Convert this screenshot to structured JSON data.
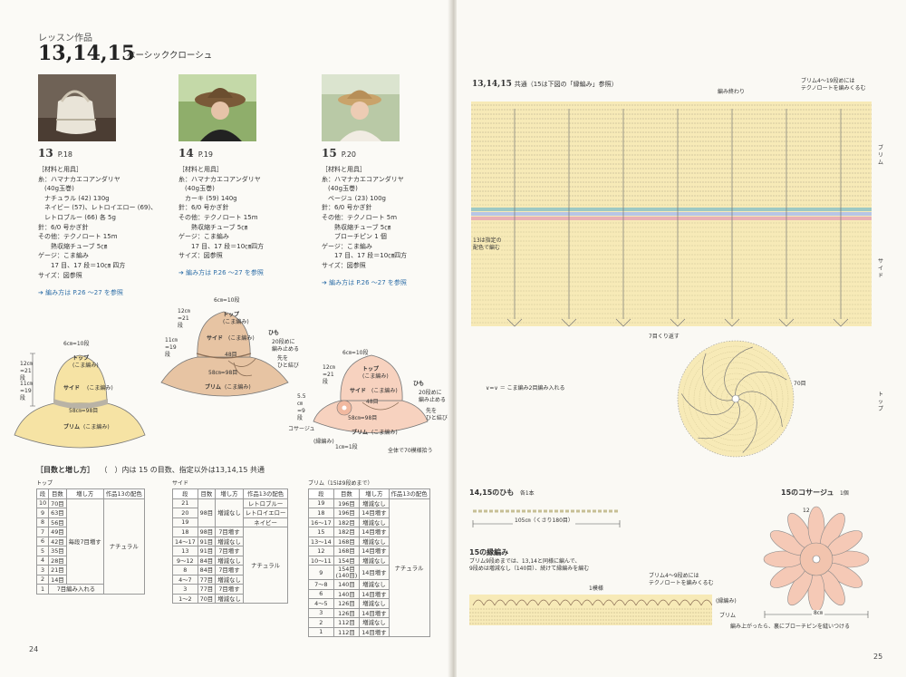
{
  "left": {
    "kicker": "レッスン作品",
    "title": "13,14,15",
    "subtitle": "ベーシッククローシュ",
    "works": [
      {
        "num": "13",
        "ref": "P.18",
        "mat_heading": "［材料と用具］",
        "materials": [
          "糸：ハマナカエコアンダリヤ",
          "　(40g玉巻)",
          "　ナチュラル (42) 130g",
          "　ネイビー (57)、レトロイエロー (69)、",
          "　レトロブルー (66) 各 5g",
          "針：6/0 号かぎ針",
          "その他：テクノロート 15m",
          "　　熱収縮チューブ 5㎝",
          "ゲージ：こま編み",
          "　　17 目、17 段＝10㎝ 四方",
          "サイズ：図参照"
        ],
        "link": "➔ 編み方は P.26 ～27 を参照"
      },
      {
        "num": "14",
        "ref": "P.19",
        "mat_heading": "［材料と用具］",
        "materials": [
          "糸：ハマナカエコアンダリヤ",
          "　(40g玉巻)",
          "　カーキ (59) 140g",
          "針：6/0 号かぎ針",
          "その他：テクノロート 15m",
          "　　熱収縮チューブ 5㎝",
          "ゲージ：こま編み",
          "　　17 目、17 段＝10㎝四方",
          "サイズ：図参照"
        ],
        "link": "➔ 編み方は P.26 ～27 を参照"
      },
      {
        "num": "15",
        "ref": "P.20",
        "mat_heading": "［材料と用具］",
        "materials": [
          "糸：ハマナカエコアンダリヤ",
          "　(40g玉巻)",
          "　ベージュ (23) 100g",
          "針：6/0 号かぎ針",
          "その他：テクノロート 5m",
          "　　熱収縮チューブ 5㎝",
          "　　ブローチピン 1 個",
          "ゲージ：こま編み",
          "　　17 目、17 段＝10㎝四方",
          "サイズ：図参照"
        ],
        "link": "➔ 編み方は P.26 ～27 を参照"
      }
    ],
    "hat13": {
      "top_cm": "6㎝=10段",
      "top": "トップ",
      "top_sub": "(こま編み)",
      "side_cm_l": "12㎝=21段",
      "side": "サイド",
      "side_sub": "(こま編み)",
      "brim_cm_l": "11㎝=19段",
      "brim": "ブリム",
      "brim_sub": "(こま編み)",
      "band": "58㎝=98目"
    },
    "hat14": {
      "top_cm": "6㎝=10段",
      "top": "トップ",
      "top_sub": "(こま編み)",
      "side_cm_l": "12㎝=21段",
      "side": "サイド",
      "side_sub": "(こま編み)",
      "eye": "48目",
      "brim_cm_l": "11㎝=19段",
      "brim": "ブリム",
      "brim_sub": "(こま編み)",
      "band": "58㎝=98目",
      "cord": "ひも",
      "cord_n1": "20段めに",
      "cord_n2": "編み止める",
      "cord_n3": "先を",
      "cord_n4": "ひと結び"
    },
    "hat15": {
      "top_cm": "6㎝=10段",
      "top": "トップ",
      "top_sub": "(こま編み)",
      "side_cm_l": "12㎝=21段",
      "side": "サイド",
      "side_sub": "(こま編み)",
      "eye": "48目",
      "brim_cm_l": "5.5㎝=9段",
      "brim": "ブリム",
      "brim_sub": "(こま編み)",
      "band": "58㎝=98目",
      "cord": "ひも",
      "cord_n1": "20段めに",
      "cord_n2": "編み止める",
      "cord_n3": "先を",
      "cord_n4": "ひと結び",
      "corsage": "コサージュ",
      "edge": "(縁編み)",
      "edge_row": "1㎝=1段",
      "total": "全体で70模様拾う"
    },
    "count_heading": "［目数と増し方］",
    "count_note": "（　）内は 15 の目数、指定以外は13,14,15 共通",
    "top_label": "トップ",
    "top_headers": [
      "段",
      "目数",
      "増し方",
      "作品13の配色"
    ],
    "top_rows": [
      [
        "10",
        "70目"
      ],
      [
        "9",
        "63目"
      ],
      [
        "8",
        "56目"
      ],
      [
        "7",
        "49目"
      ],
      [
        "6",
        "42目"
      ],
      [
        "5",
        "35目"
      ],
      [
        "4",
        "28目"
      ],
      [
        "3",
        "21目"
      ],
      [
        "2",
        "14目"
      ],
      [
        "1",
        "7目編み入れる"
      ]
    ],
    "top_inc": "毎段7目増す",
    "top_color": "ナチュラル",
    "side_label": "サイド",
    "side_headers": [
      "段",
      "目数",
      "増し方",
      "作品13の配色"
    ],
    "side_rows": [
      [
        "21",
        "",
        ""
      ],
      [
        "20",
        "98目",
        "増減なし"
      ],
      [
        "19",
        "",
        ""
      ],
      [
        "18",
        "98目",
        "7目増す"
      ],
      [
        "14～17",
        "91目",
        "増減なし"
      ],
      [
        "13",
        "91目",
        "7目増す"
      ],
      [
        "9～12",
        "84目",
        "増減なし"
      ],
      [
        "8",
        "84目",
        "7目増す"
      ],
      [
        "4～7",
        "77目",
        "増減なし"
      ],
      [
        "3",
        "77目",
        "7目増す"
      ],
      [
        "1～2",
        "70目",
        "増減なし"
      ]
    ],
    "side_colors": [
      "レトロブルー",
      "レトロイエロー",
      "ネイビー",
      "ナチュラル"
    ],
    "brim_label": "ブリム（15は9段めまで）",
    "brim_headers": [
      "段",
      "目数",
      "増し方",
      "作品13の配色"
    ],
    "brim_rows": [
      [
        "19",
        "196目",
        "増減なし"
      ],
      [
        "18",
        "196目",
        "14目増す"
      ],
      [
        "16～17",
        "182目",
        "増減なし"
      ],
      [
        "15",
        "182目",
        "14目増す"
      ],
      [
        "13～14",
        "168目",
        "増減なし"
      ],
      [
        "12",
        "168目",
        "14目増す"
      ],
      [
        "10～11",
        "154目",
        "増減なし"
      ],
      [
        "9",
        "154目\n(140目)",
        "14目増す"
      ],
      [
        "7～8",
        "140目",
        "増減なし"
      ],
      [
        "6",
        "140目",
        "14目増す"
      ],
      [
        "4～5",
        "126目",
        "増減なし"
      ],
      [
        "3",
        "126目",
        "14目増す"
      ],
      [
        "2",
        "112目",
        "増減なし"
      ],
      [
        "1",
        "112目",
        "14目増す"
      ]
    ],
    "brim_color": "ナチュラル",
    "page_no": "24"
  },
  "right": {
    "heading": "13,14,15",
    "heading_note": "共通（15は下図の「縁編み」参照）",
    "stop": "編み終わり",
    "brim_note1": "ブリム4～19段めには",
    "brim_note2": "テクノロートを編みくるむ",
    "band_brim": "ブリム",
    "band_side": "サイド",
    "band_top": "トップ",
    "color_note1": "13は指定の",
    "color_note2": "配色で編む",
    "repeat": "7目くり返す",
    "inc_legend": "＝ こま編み2目編み入れる",
    "seventy": "70目",
    "cord_title": "14,15のひも",
    "cord_each": "各1本",
    "cord_len": "105㎝（くさり180目）",
    "edge_title": "15の縁編み",
    "edge_desc1": "ブリム9段めまでは、13,14と同様に編んで、",
    "edge_desc2": "9段めは増減なし（140目）、続けて縁編みを編む",
    "edge_pattern": "1模様",
    "edge_note1": "ブリム4～9段めには",
    "edge_note2": "テクノロートを編みくるむ",
    "edge_label": "(縁編み)",
    "edge_brim": "ブリム",
    "cors_title": "15のコサージュ",
    "cors_count": "1個",
    "cors_12": "12",
    "cors_w": "8㎝",
    "cors_note": "編み上がったら、裏にブローチピンを縫いつける",
    "page_no": "25"
  }
}
